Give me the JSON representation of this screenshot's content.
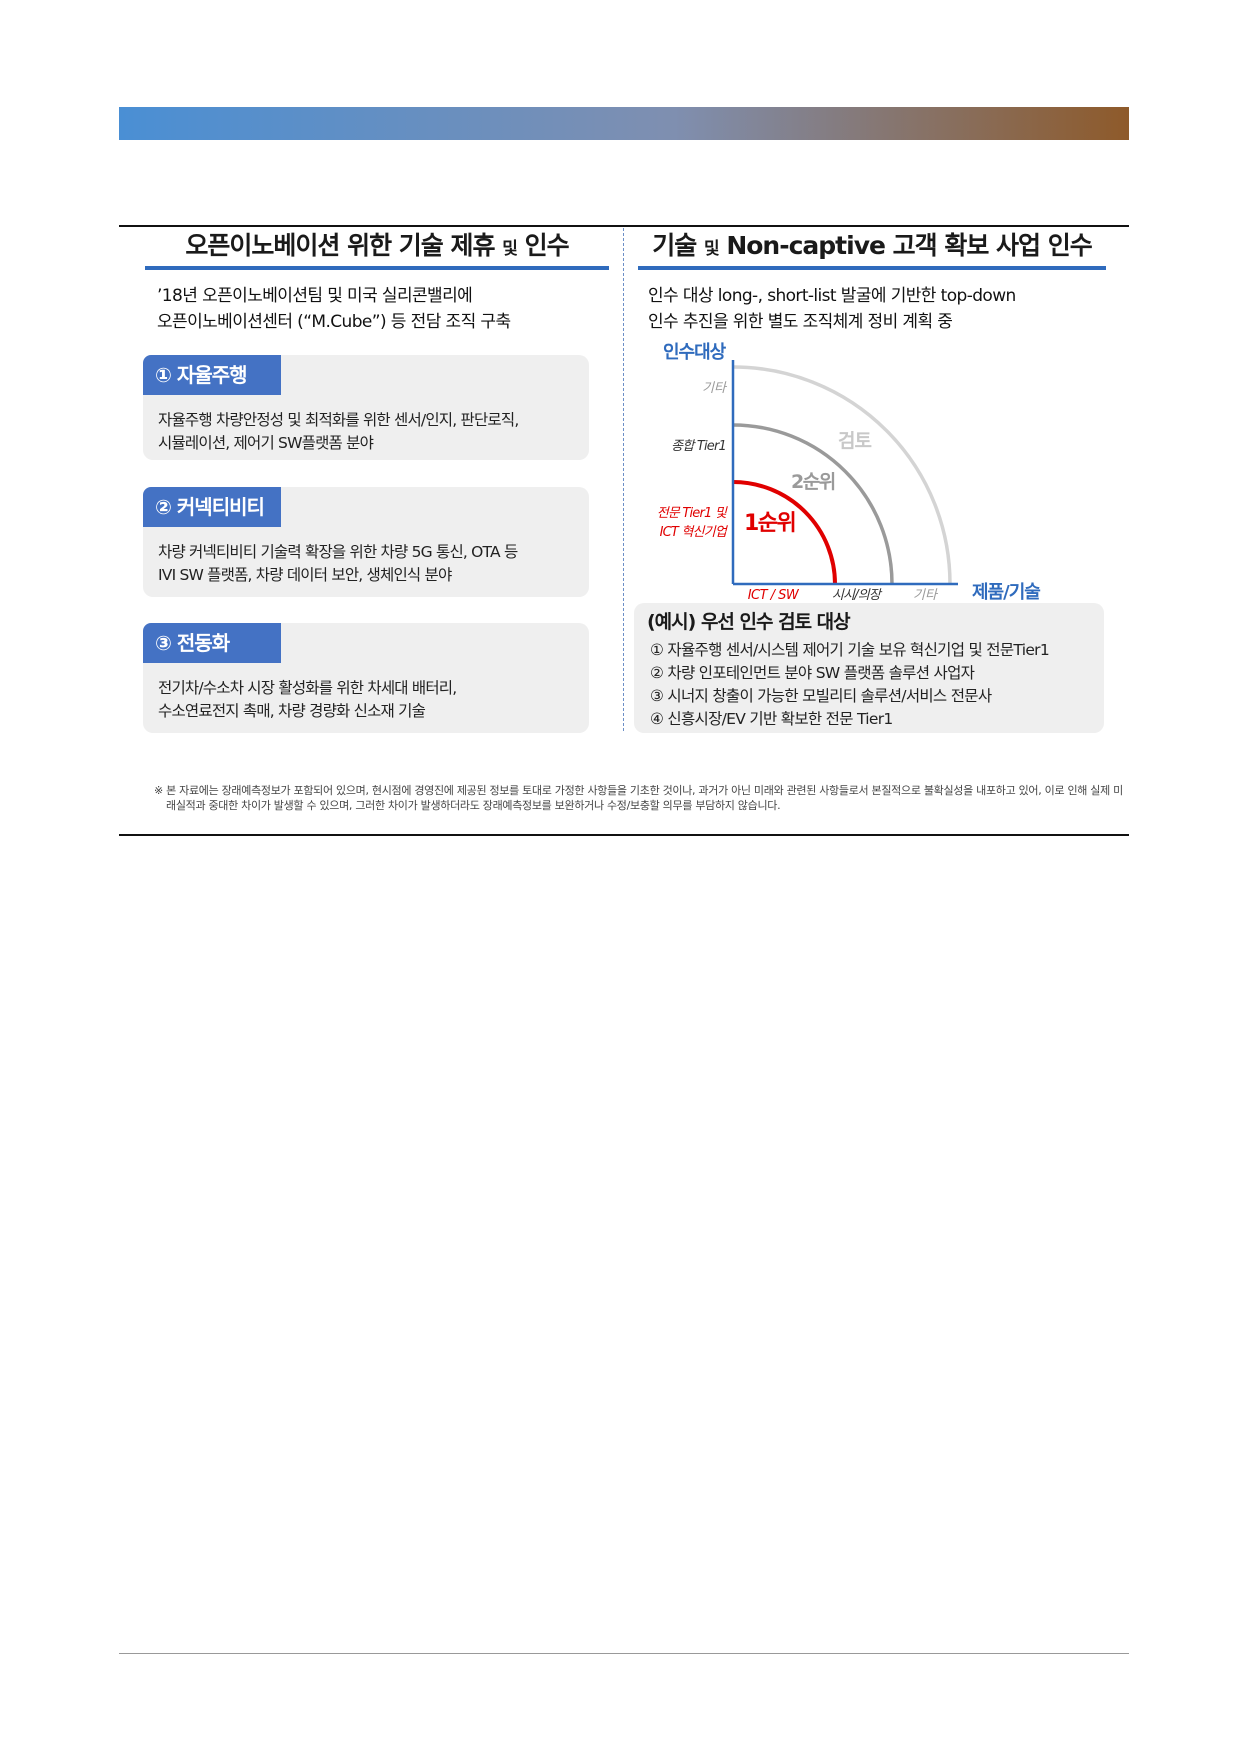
{
  "left": {
    "title_main": "오픈이노베이션 위한 기술 제휴",
    "title_small": "및",
    "title_end": "인수",
    "intro_line1": "’18년 오픈이노베이션팀 및 미국 실리콘밸리에",
    "intro_line2": "오픈이노베이션센터 (“M.Cube”) 등 전담 조직 구축",
    "cards": [
      {
        "badge": "① 자율주행",
        "line1": "자율주행 차량안정성 및 최적화를 위한 센서/인지, 판단로직,",
        "line2": "시뮬레이션, 제어기 SW플랫폼 분야"
      },
      {
        "badge": "② 커넥티비티",
        "line1": "차량 커넥티비티 기술력 확장을 위한 차량 5G 통신, OTA 등",
        "line2": "IVI SW 플랫폼, 차량 데이터 보안, 생체인식 분야"
      },
      {
        "badge": "③ 전동화",
        "line1": "전기차/수소차 시장 활성화를 위한 차세대 배터리,",
        "line2": "수소연료전지 촉매, 차량 경량화 신소재 기술"
      }
    ]
  },
  "right": {
    "title_main": "기술",
    "title_small": "및",
    "title_end": "Non-captive 고객 확보 사업 인수",
    "intro_line1": "인수 대상 long-, short-list 발굴에 기반한 top-down",
    "intro_line2": "인수 추진을 위한 별도 조직체계 정비 계획 중",
    "chart": {
      "y_axis_title": "인수대상",
      "x_axis_title": "제품/기술",
      "y_labels": [
        "기타",
        "종합 Tier1",
        "전문 Tier1 및",
        "ICT 혁신기업"
      ],
      "x_labels": [
        "ICT / SW",
        "시시/의장",
        "기타"
      ],
      "zones": [
        "1순위",
        "2순위",
        "검토"
      ],
      "colors": {
        "priority1": "#e00000",
        "priority2": "#9a9a9a",
        "review": "#d4d4d4",
        "axis_title": "#2f6bbd"
      }
    },
    "example": {
      "title": "(예시) 우선 인수 검토 대상",
      "items": [
        "① 자율주행 센서/시스템 제어기 기술 보유 혁신기업 및 전문Tier1",
        "② 차량 인포테인먼트 분야 SW 플랫폼 솔루션 사업자",
        "③ 시너지 창출이 가능한 모빌리티 솔루션/서비스 전문사",
        "④ 신흥시장/EV 기반 확보한 전문 Tier1"
      ]
    }
  },
  "disclaimer": "※ 본 자료에는 장래예측정보가 포함되어 있으며, 현시점에 경영진에 제공된 정보를 토대로 가정한 사항들을 기초한 것이나, 과거가 아닌 미래와 관련된 사항들로서 본질적으로 불확실성을 내포하고 있어, 이로 인해 실제 미래실적과 중대한 차이가 발생할 수 있으며, 그러한 차이가 발생하더라도 장래예측정보를 보완하거나 수정/보충할 의무를 부담하지 않습니다."
}
